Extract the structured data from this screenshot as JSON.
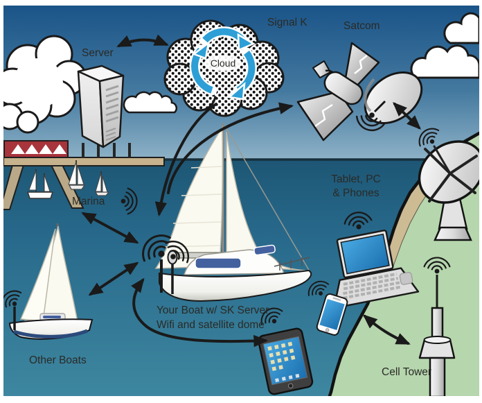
{
  "diagram": {
    "title": "Signal K",
    "labels": {
      "server": "Server",
      "signal_k": "Signal K",
      "satcom": "Satcom",
      "cloud": "Cloud",
      "marina": "Marina",
      "devices_line1": "Tablet, PC",
      "devices_line2": "& Phones",
      "your_boat_line1": "Your Boat w/ SK Server",
      "your_boat_line2": "Wifi and satellite dome",
      "other_boats": "Other Boats",
      "cell_tower": "Cell Tower"
    },
    "connections": [
      {
        "from": "server",
        "to": "cloud",
        "bidirectional": true
      },
      {
        "from": "cloud",
        "to": "your-boat",
        "bidirectional": false
      },
      {
        "from": "your-boat",
        "to": "satcom",
        "bidirectional": false
      },
      {
        "from": "satcom",
        "to": "ground-dish",
        "bidirectional": true
      },
      {
        "from": "marina",
        "to": "your-boat",
        "bidirectional": true
      },
      {
        "from": "other-boats",
        "to": "your-boat",
        "bidirectional": true
      },
      {
        "from": "your-boat",
        "to": "tablet",
        "bidirectional": true
      },
      {
        "from": "cell-tower",
        "to": "phone",
        "bidirectional": true
      }
    ],
    "icons": {
      "wifi": "wifi-signal-icon",
      "cloud_sync": "cloud-sync-icon",
      "satellite": "satellite-icon",
      "dish": "satellite-dish-icon",
      "server": "server-tower-icon",
      "laptop": "laptop-icon",
      "phone": "smartphone-icon",
      "tablet": "tablet-icon",
      "cell_tower": "cell-tower-icon",
      "sailboat": "sailboat-icon"
    },
    "colors": {
      "sky_top": "#1a5488",
      "sky_horizon": "#8fb3c8",
      "sea_top": "#1d5674",
      "sea_bottom": "#3e87a0",
      "land_green": "#b6d6ad",
      "cliff_tan": "#cdbb94",
      "outline_black": "#1a1a1a",
      "sync_arrow_blue": "#2d9fd6",
      "device_screen_blue": "#2a8ccc",
      "bridge_red": "#a8343c",
      "bridge_tan": "#c6b28c",
      "boat_window_blue": "#44619f",
      "label_text": "#2a2a26"
    }
  }
}
